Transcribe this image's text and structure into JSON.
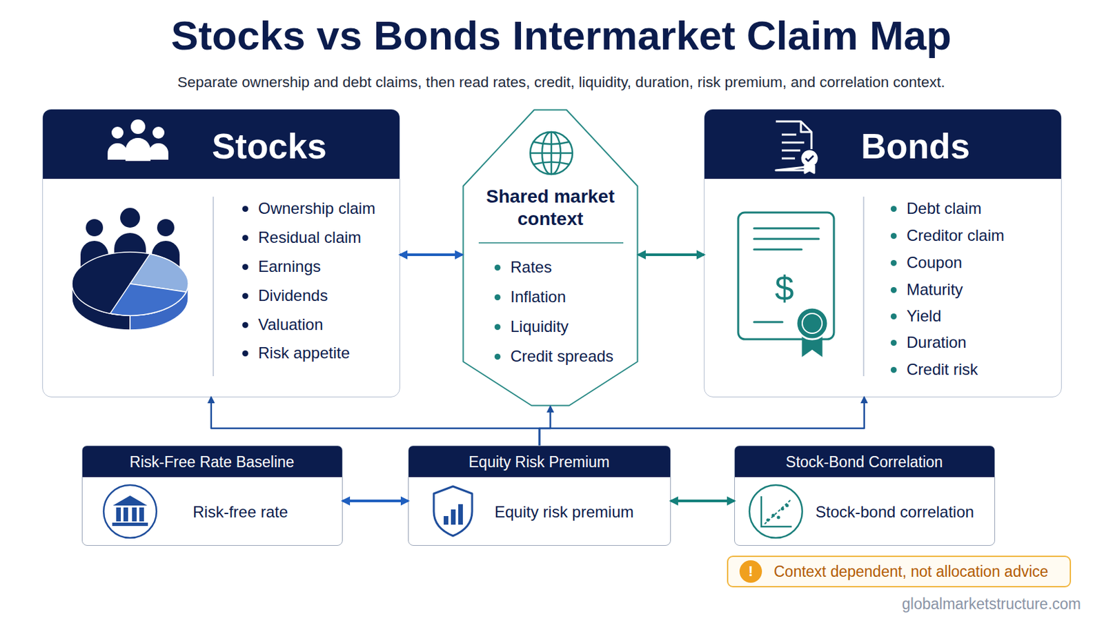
{
  "diagram": {
    "title": "Stocks vs Bonds Intermarket Claim Map",
    "caption": "Separate ownership and debt claims, then read rates, credit, liquidity, duration, risk premium, and correlation context.",
    "nodes": [
      {
        "text": [
          "Stocks",
          "Ownership claim",
          "Residual claim",
          "Earnings",
          "Dividends",
          "Valuation",
          "Risk appetite"
        ]
      },
      {
        "text": [
          "Shared market context",
          "Rates",
          "Inflation",
          "Liquidity",
          "Credit spreads"
        ]
      },
      {
        "text": [
          "Bonds",
          "Debt claim",
          "Creditor claim",
          "Coupon",
          "Maturity",
          "Yield",
          "Duration",
          "Credit risk"
        ]
      },
      {
        "text": [
          "Risk-Free Rate Baseline",
          "Risk-free rate"
        ]
      },
      {
        "text": [
          "Equity Risk Premium",
          "Equity risk premium"
        ]
      },
      {
        "text": [
          "Stock-Bond Correlation",
          "Stock-bond correlation"
        ]
      },
      {
        "text": [
          "Context dependent, not allocation advice"
        ]
      }
    ],
    "edges": [
      {
        "from": 0,
        "to": 1,
        "arrow": "both"
      },
      {
        "from": 1,
        "to": 2,
        "arrow": "both"
      },
      {
        "from": 3,
        "to": 4,
        "arrow": "both"
      },
      {
        "from": 4,
        "to": 5,
        "arrow": "both"
      },
      {
        "from": 4,
        "to": 0,
        "arrow": "to"
      },
      {
        "from": 4,
        "to": 1,
        "arrow": "to"
      },
      {
        "from": 4,
        "to": 2,
        "arrow": "to"
      }
    ],
    "labels": [
      "$",
      "!",
      "globalmarketstructure.com"
    ]
  }
}
